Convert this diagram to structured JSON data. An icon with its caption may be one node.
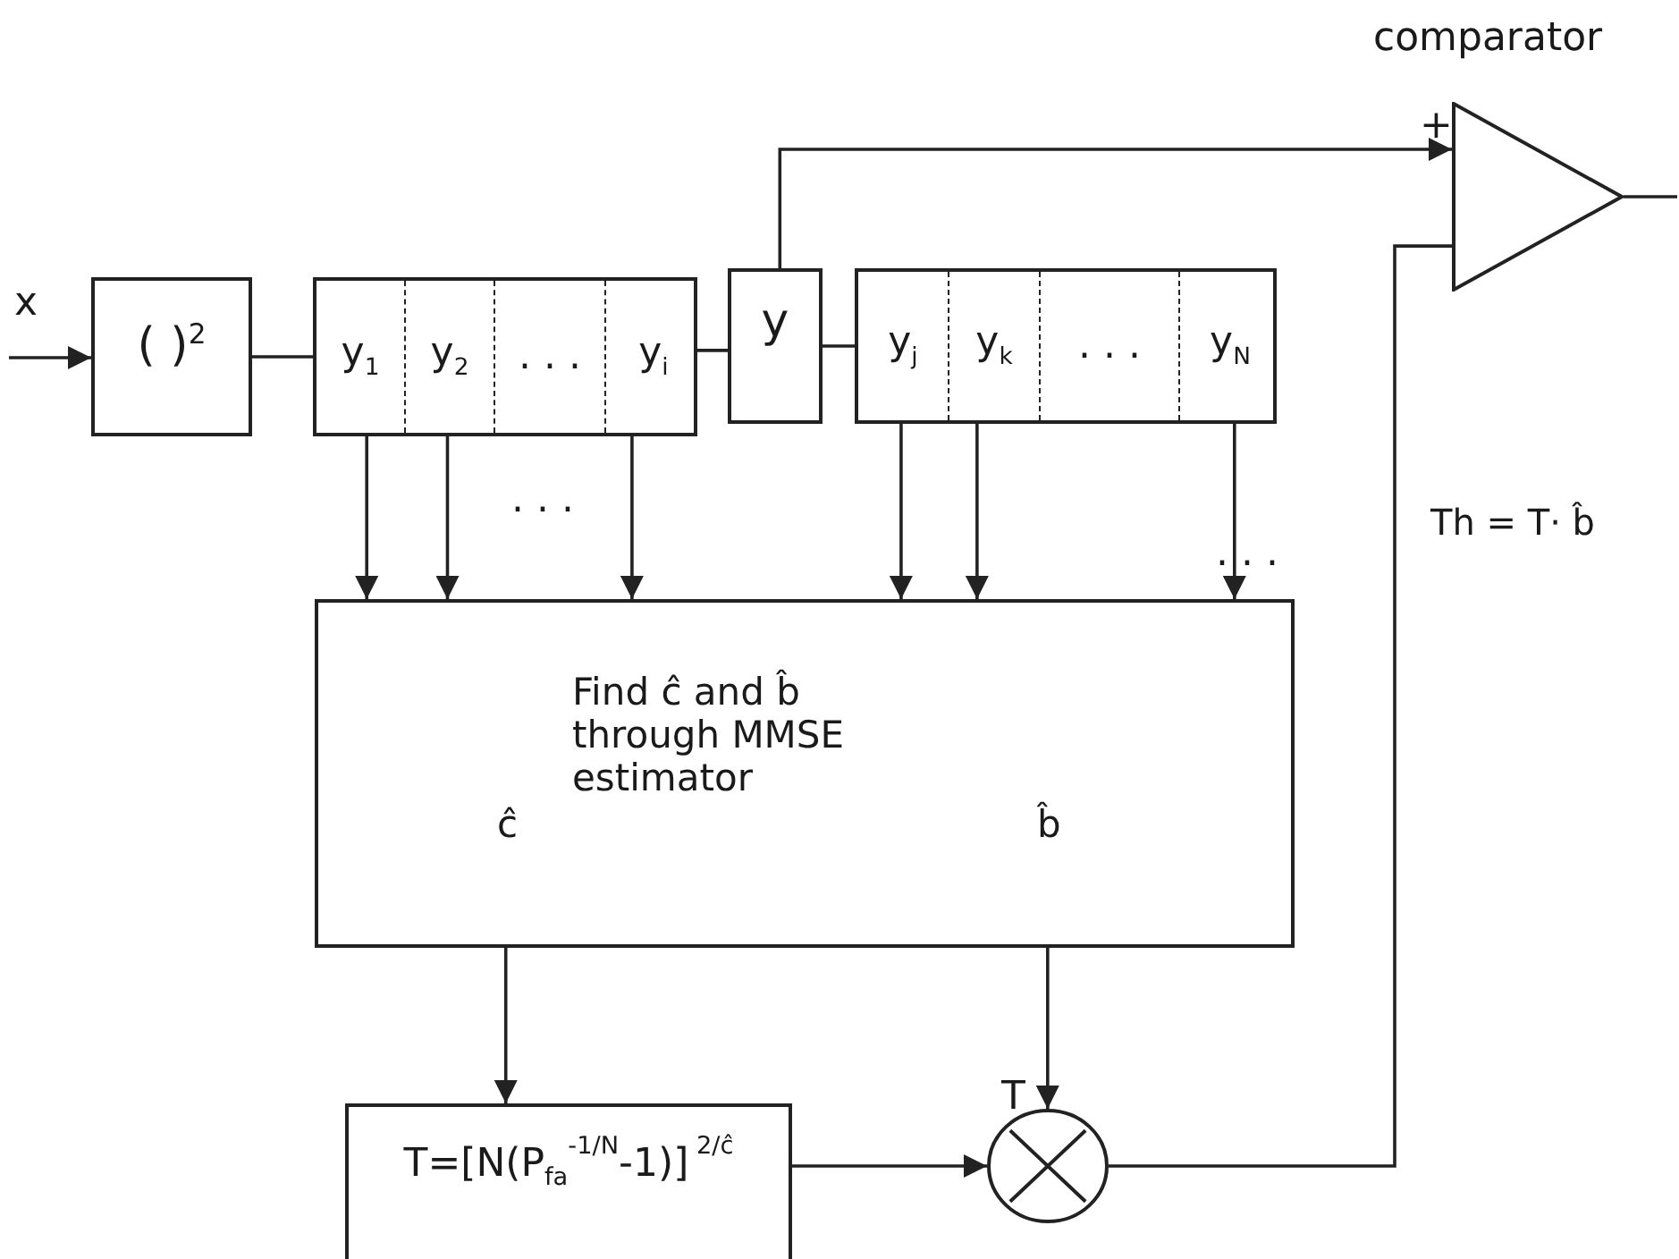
{
  "diagram": {
    "nodes": [
      {
        "text": [
          "( )$^{2}$"
        ]
      },
      {
        "text": [
          "y$_{1}$",
          "y$_{2}$",
          ". . .",
          "y$_{i}$"
        ]
      },
      {
        "text": [
          "y"
        ]
      },
      {
        "text": [
          "y$_{j}$",
          "y$_{k}$",
          ". . .",
          "y$_{N}$"
        ]
      },
      {
        "text": [
          "Find  ĉ and b̂ through MMSE estimator",
          "ĉ",
          "b̂"
        ]
      },
      {
        "text": [
          "T=[N(P$_{fa}$$^{-1/N}$-1)]$^{ 2/ĉ}$"
        ]
      },
      {
        "text": [],
        "shape": "circle",
        "beside": [
          "T"
        ]
      },
      {
        "text": [
          "comparator"
        ],
        "beside": [
          "+"
        ]
      }
    ],
    "edges": [
      {
        "from": null,
        "to": 0,
        "arrow": "to",
        "label": "x"
      },
      {
        "from": 0,
        "to": 1,
        "arrow": "none"
      },
      {
        "from": 1,
        "to": 2,
        "arrow": "none"
      },
      {
        "from": 2,
        "to": 3,
        "arrow": "none"
      },
      {
        "from": 2,
        "to": 7,
        "arrow": "to"
      },
      {
        "from": 1,
        "to": 4,
        "arrow": "to"
      },
      {
        "from": 1,
        "to": 4,
        "arrow": "to"
      },
      {
        "from": 1,
        "to": 4,
        "arrow": "to"
      },
      {
        "from": 3,
        "to": 4,
        "arrow": "to"
      },
      {
        "from": 3,
        "to": 4,
        "arrow": "to"
      },
      {
        "from": 3,
        "to": 4,
        "arrow": "to"
      },
      {
        "from": 4,
        "to": 5,
        "arrow": "to"
      },
      {
        "from": 4,
        "to": 6,
        "arrow": "to"
      },
      {
        "from": 5,
        "to": 6,
        "arrow": "to"
      },
      {
        "from": 6,
        "to": 7,
        "arrow": "none"
      },
      {
        "from": 7,
        "to": null,
        "arrow": "none"
      }
    ],
    "labels": [
      ". . .",
      ". . .",
      "Th = T· b̂"
    ]
  }
}
